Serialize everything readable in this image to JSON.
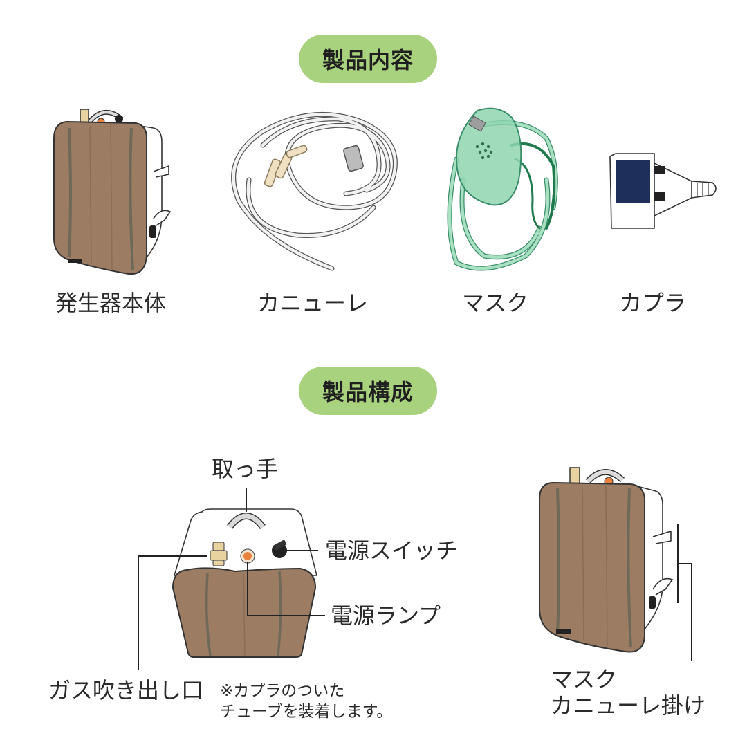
{
  "sections": {
    "contents_title": "製品内容",
    "structure_title": "製品構成"
  },
  "items": [
    {
      "label": "発生器本体",
      "icon": "generator-body"
    },
    {
      "label": "カニューレ",
      "icon": "cannula-tube"
    },
    {
      "label": "マスク",
      "icon": "oxygen-mask"
    },
    {
      "label": "カプラ",
      "icon": "coupler"
    }
  ],
  "parts": {
    "handle": "取っ手",
    "power_switch": "電源スイッチ",
    "power_lamp": "電源ランプ",
    "gas_outlet": "ガス吹き出し口",
    "note_line1": "※カプラのついた",
    "note_line2": "チューブを装着します。",
    "hook_line1": "マスク",
    "hook_line2": "カニューレ掛け"
  },
  "colors": {
    "pill_bg": "#a9d27e",
    "wood": "#9c7c62",
    "wood_stripe": "#6e6a57",
    "mask_green": "#8fd6b0",
    "strap_green": "#2e8b57",
    "coupler_blue": "#1d2f5a",
    "lamp_orange": "#e8823c"
  }
}
